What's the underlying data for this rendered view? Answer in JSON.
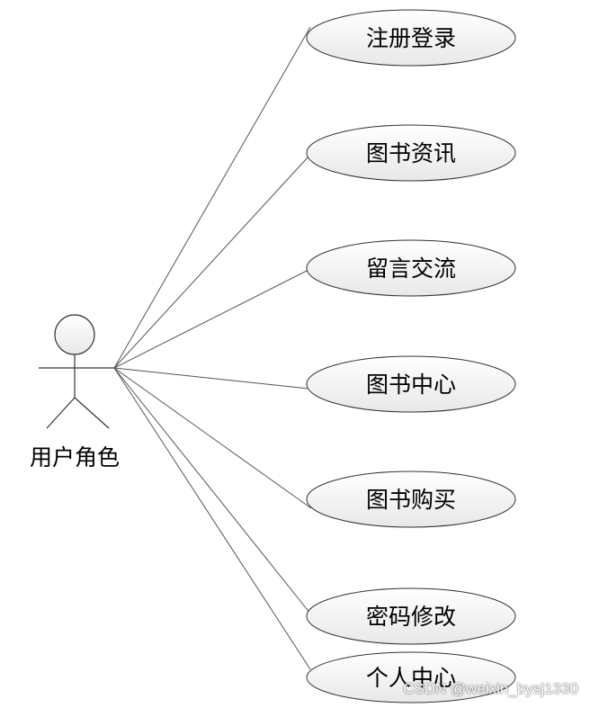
{
  "actor": {
    "label": "用户角色"
  },
  "use_cases": [
    {
      "label": "注册登录"
    },
    {
      "label": "图书资讯"
    },
    {
      "label": "留言交流"
    },
    {
      "label": "图书中心"
    },
    {
      "label": "图书购买"
    },
    {
      "label": "密码修改"
    },
    {
      "label": "个人中心"
    }
  ],
  "watermark": "CSDN @weixin_bysj1330",
  "colors": {
    "line": "#555555",
    "ellipse_stroke": "#333333",
    "ellipse_fill_top": "#ffffff",
    "ellipse_fill_bottom": "#e9e9e9"
  }
}
